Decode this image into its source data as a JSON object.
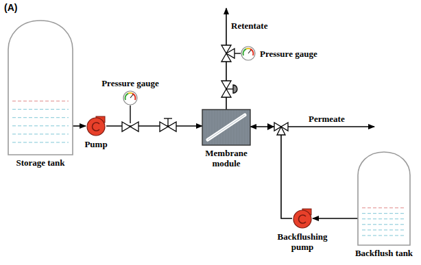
{
  "diagram": {
    "nodes": [
      {
        "text": [
          "Storage tank"
        ]
      },
      {
        "text": [
          "Pressure gauge"
        ]
      },
      {
        "text": [
          "Pump"
        ]
      },
      {
        "text": [
          "Membrane module"
        ]
      },
      {
        "text": [
          "Pressure gauge"
        ]
      },
      {
        "text": [
          "Backflushing pump"
        ]
      },
      {
        "text": [
          "Backflush tank"
        ]
      }
    ],
    "edges": [
      {
        "from": 0,
        "to": 2,
        "arrow": "to"
      },
      {
        "from": 2,
        "to": 3,
        "arrow": "to"
      },
      {
        "from": 6,
        "to": 5,
        "arrow": "to"
      },
      {
        "from": 5,
        "to": 3,
        "arrow": "to"
      }
    ],
    "labels": [
      "(A)",
      "Retentate",
      "Permeate"
    ]
  }
}
